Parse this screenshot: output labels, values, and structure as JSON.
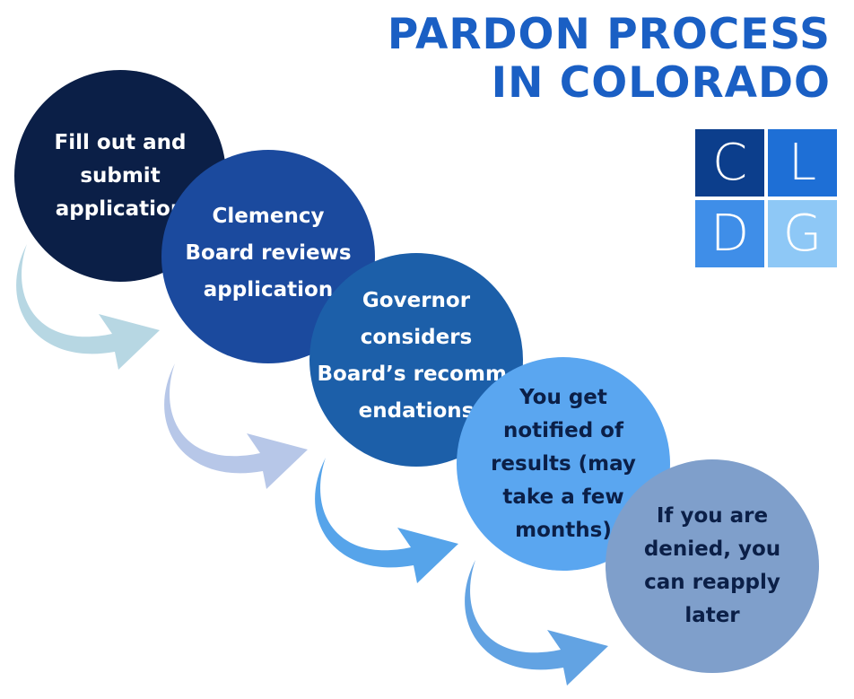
{
  "title": {
    "line1": "PARDON PROCESS",
    "line2": "IN COLORADO"
  },
  "logo": {
    "cells": [
      "C",
      "L",
      "D",
      "G"
    ],
    "colors": [
      "#0c3e8c",
      "#1e6fd6",
      "#3f8ee8",
      "#8ec8f6"
    ]
  },
  "steps": [
    {
      "lines": [
        "Fill out and",
        "submit",
        "application"
      ]
    },
    {
      "lines": [
        "Clemency",
        "Board reviews",
        "application"
      ]
    },
    {
      "lines": [
        "Governor",
        "considers",
        "Board’s recomm-",
        "endations"
      ]
    },
    {
      "lines": [
        "You get",
        "notified of",
        "results (may",
        "take a few",
        "months)"
      ]
    },
    {
      "lines": [
        "If you are",
        "denied, you",
        "can reapply",
        "later"
      ]
    }
  ],
  "arrow_colors": [
    "#b7d7e3",
    "#b7c7e8",
    "#56a4ea",
    "#62a3e3"
  ]
}
